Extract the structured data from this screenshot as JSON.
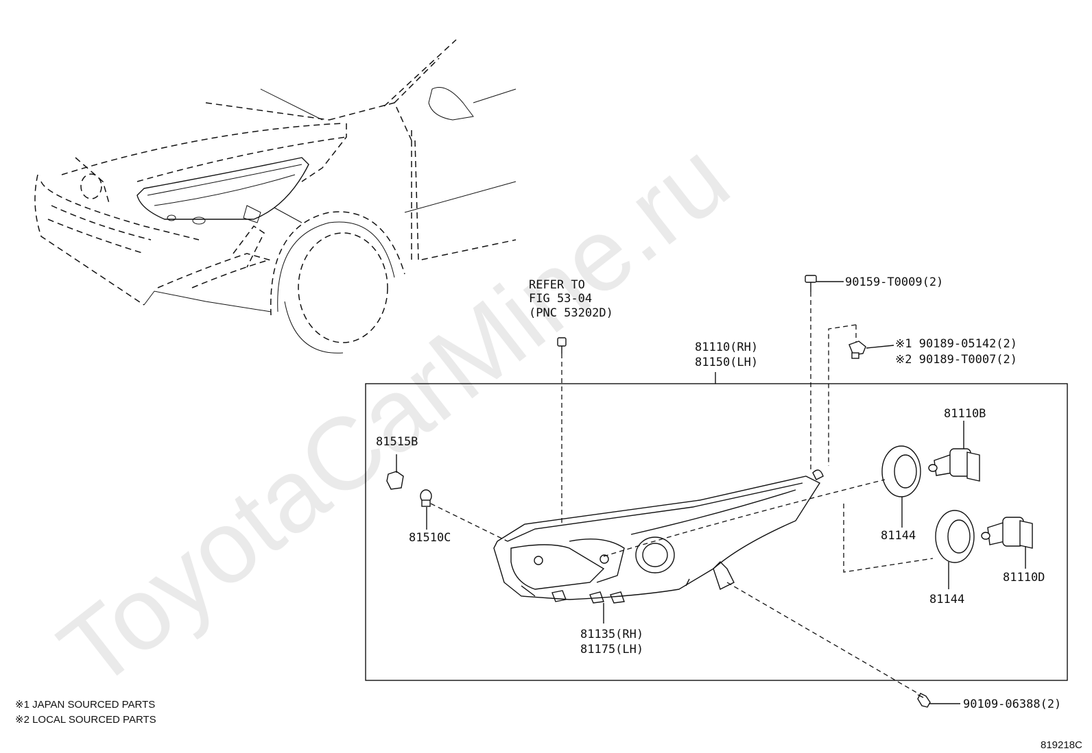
{
  "watermark": "ToyotaCarMine.ru",
  "diagram_id": "819218C",
  "refer": {
    "line1": "REFER TO",
    "line2": "FIG 53-04",
    "line3": "(PNC 53202D)"
  },
  "parts": {
    "assembly_rh": "81110(RH)",
    "assembly_lh": "81150(LH)",
    "screw_top": "90159-T0009(2)",
    "nut_1": "※1 90189-05142(2)",
    "nut_2": "※2 90189-T0007(2)",
    "bulb_b": "81110B",
    "socket_81515b": "81515B",
    "bulb_81510c": "81510C",
    "cover_a": "81144",
    "cover_b": "81144",
    "bulb_d": "81110D",
    "bracket_rh": "81135(RH)",
    "bracket_lh": "81175(LH)",
    "screw_bottom": "90109-06388(2)"
  },
  "notes": {
    "note1": "※1 JAPAN SOURCED PARTS",
    "note2": "※2 LOCAL SOURCED PARTS"
  }
}
